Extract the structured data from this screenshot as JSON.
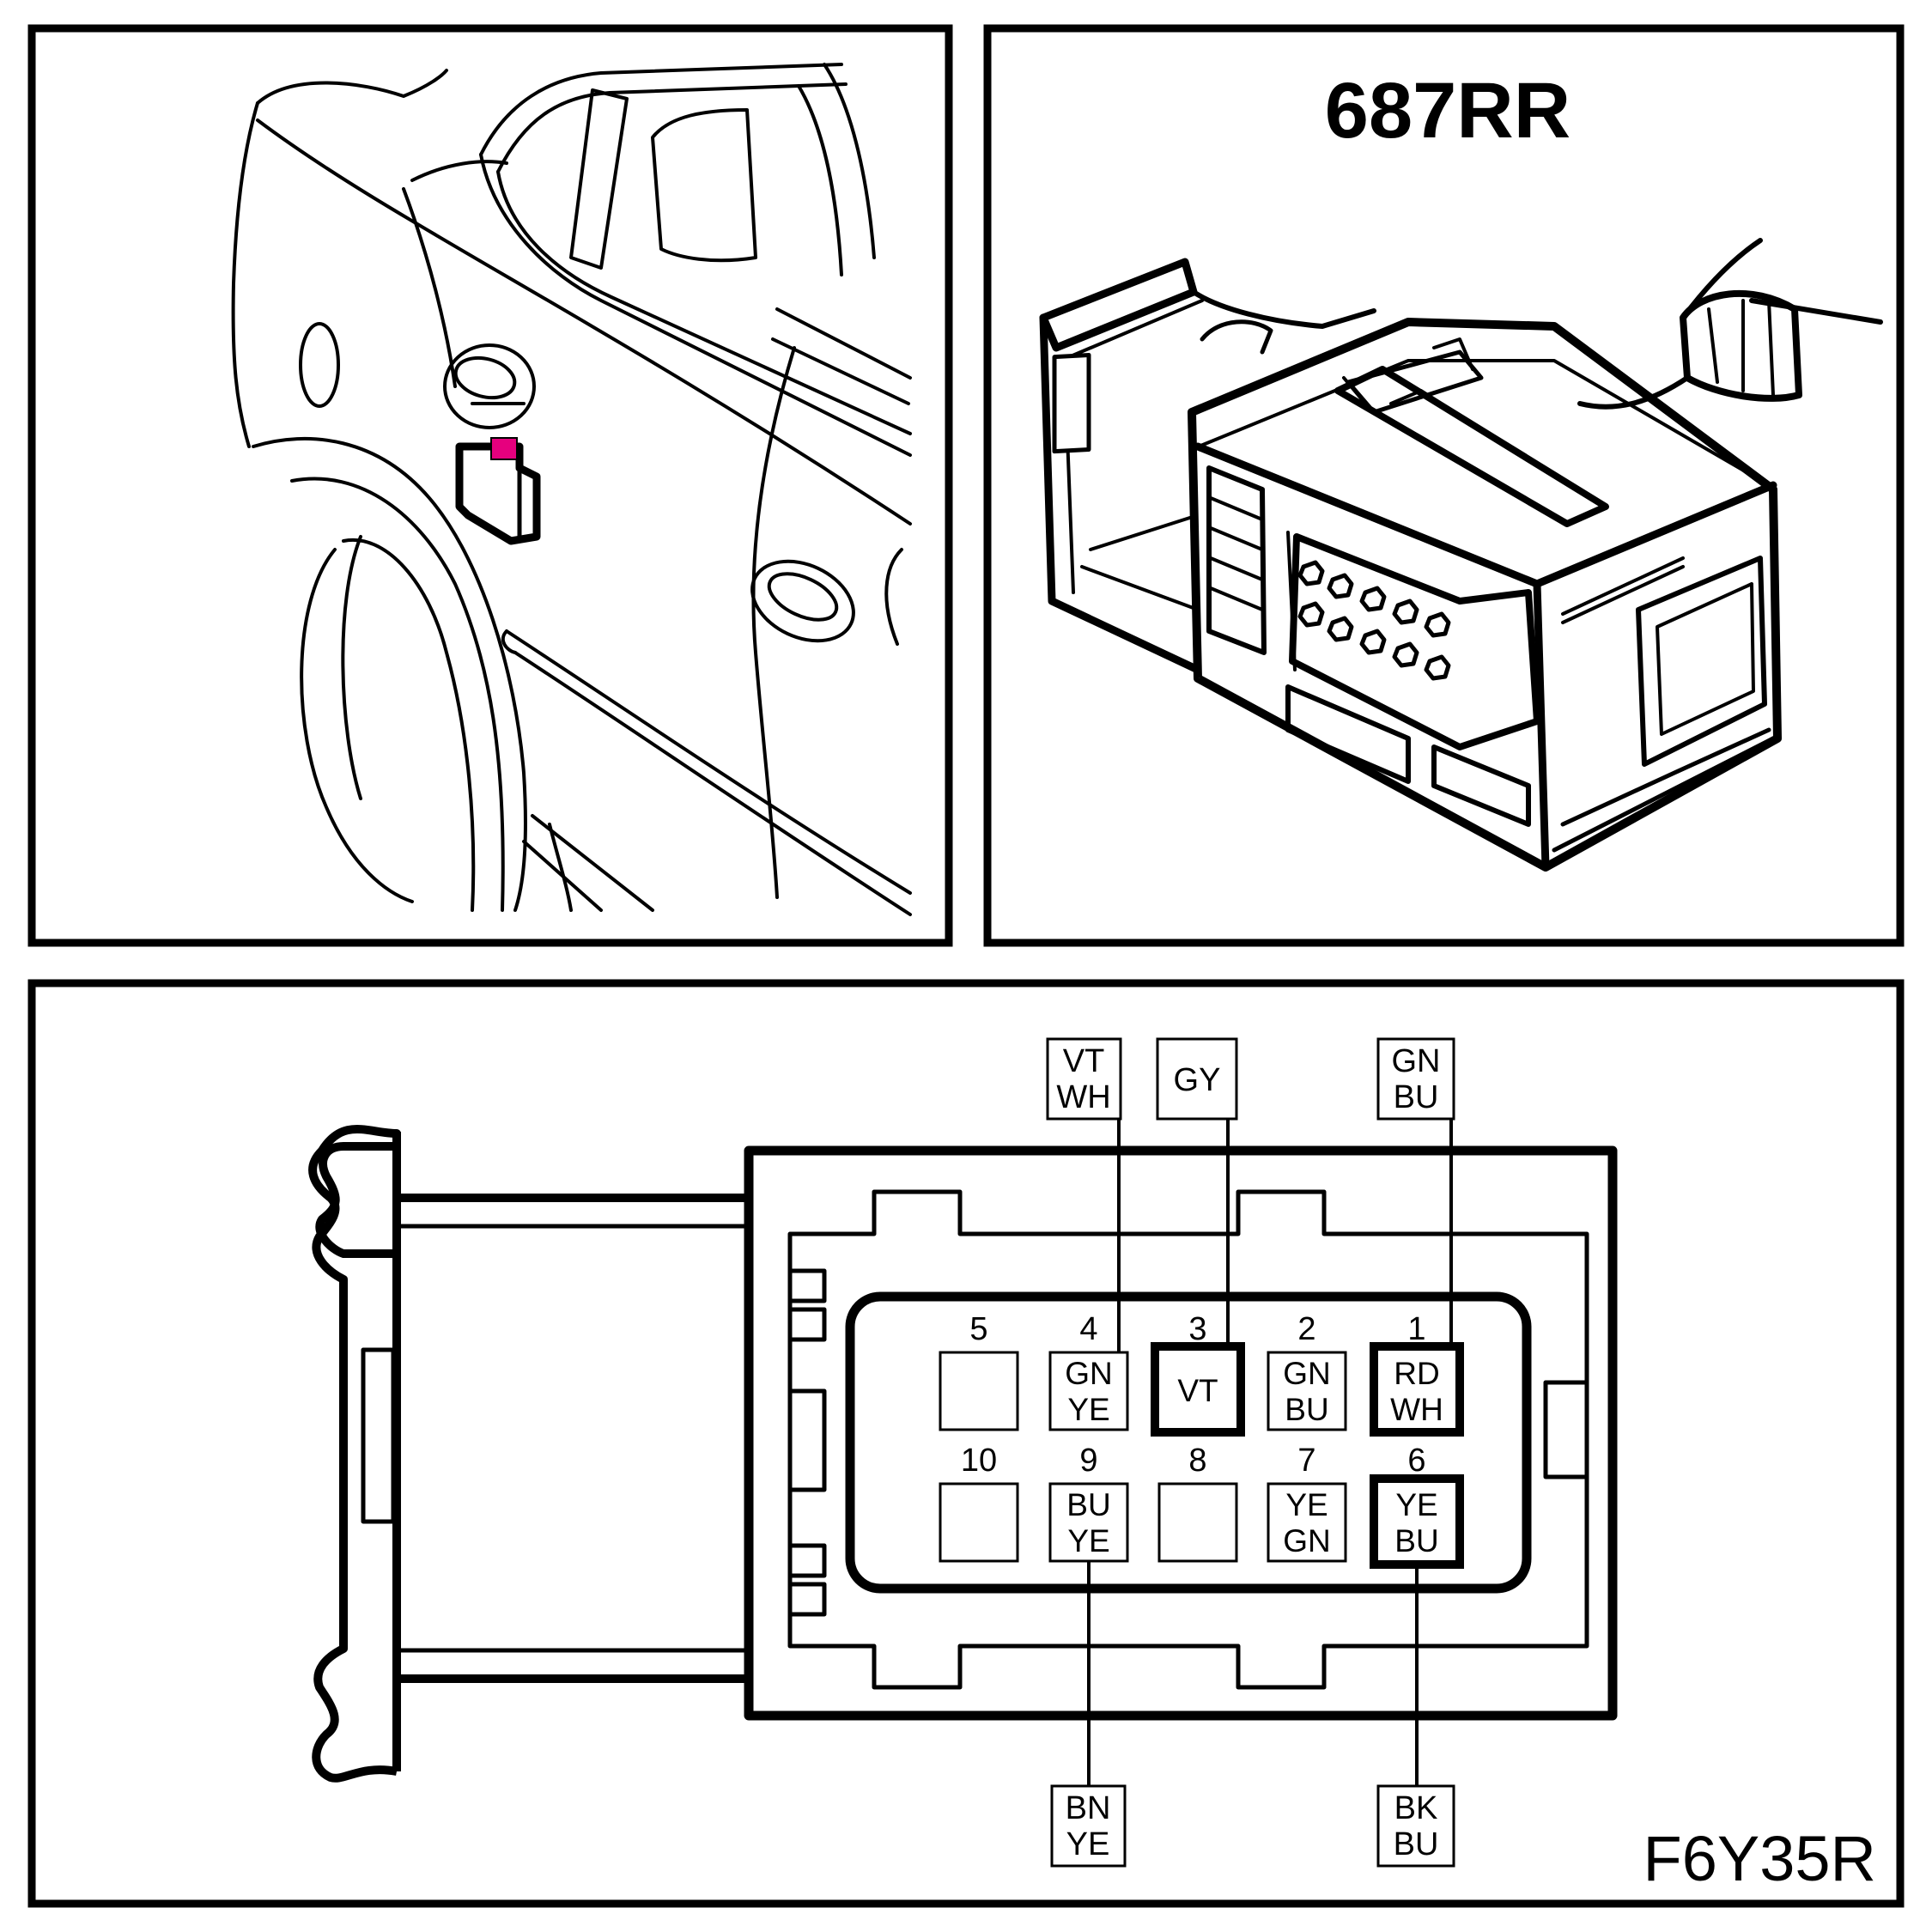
{
  "connector_id": "687RR",
  "figure_ref": "F6Y35R",
  "highlight_color": "#e6007e",
  "pins": [
    {
      "num": "1",
      "code": [
        "RD",
        "WH"
      ],
      "bold": true
    },
    {
      "num": "2",
      "code": [
        "GN",
        "BU"
      ],
      "bold": false
    },
    {
      "num": "3",
      "code": [
        "VT"
      ],
      "bold": true
    },
    {
      "num": "4",
      "code": [
        "GN",
        "YE"
      ],
      "bold": false
    },
    {
      "num": "5",
      "code": [],
      "bold": false
    },
    {
      "num": "6",
      "code": [
        "YE",
        "BU"
      ],
      "bold": true
    },
    {
      "num": "7",
      "code": [
        "YE",
        "GN"
      ],
      "bold": false
    },
    {
      "num": "8",
      "code": [],
      "bold": false
    },
    {
      "num": "9",
      "code": [
        "BU",
        "YE"
      ],
      "bold": false
    },
    {
      "num": "10",
      "code": [],
      "bold": false
    }
  ],
  "wire_tags": [
    {
      "pin": "4",
      "code": [
        "VT",
        "WH"
      ]
    },
    {
      "pin": "3",
      "code": [
        "GY"
      ]
    },
    {
      "pin": "1",
      "code": [
        "GN",
        "BU"
      ]
    },
    {
      "pin": "9",
      "code": [
        "BN",
        "YE"
      ]
    },
    {
      "pin": "6",
      "code": [
        "BK",
        "BU"
      ]
    }
  ]
}
